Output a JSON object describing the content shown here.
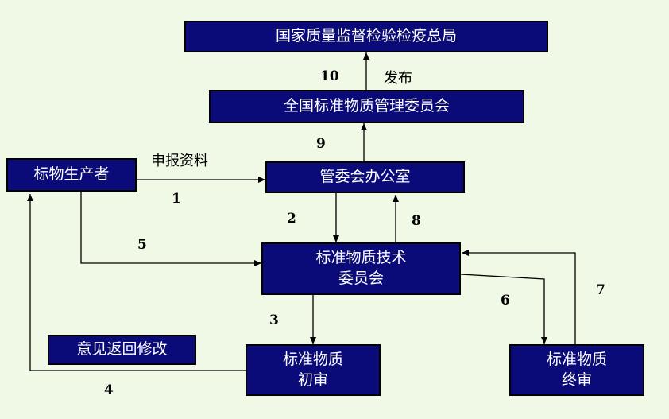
{
  "boxes": {
    "aqsiq": "国家质量监督检验检疫总局",
    "national_committee": "全国标准物质管理委员会",
    "producer": "标物生产者",
    "committee_office": "管委会办公室",
    "tech_committee": "标准物质技术\n委员会",
    "initial_review": "标准物质\n初审",
    "final_review": "标准物质\n终审",
    "revision_note": "意见返回修改"
  },
  "edge_labels": {
    "publish": "发布",
    "submit_materials": "申报资料"
  },
  "steps": {
    "s1": "1",
    "s2": "2",
    "s3": "3",
    "s4": "4",
    "s5": "5",
    "s6": "6",
    "s7": "7",
    "s8": "8",
    "s9": "9",
    "s10": "10"
  },
  "colors": {
    "background": "#f0f8e6",
    "box_fill": "#0a0a78",
    "box_text": "#ffffff",
    "line": "#000000"
  }
}
